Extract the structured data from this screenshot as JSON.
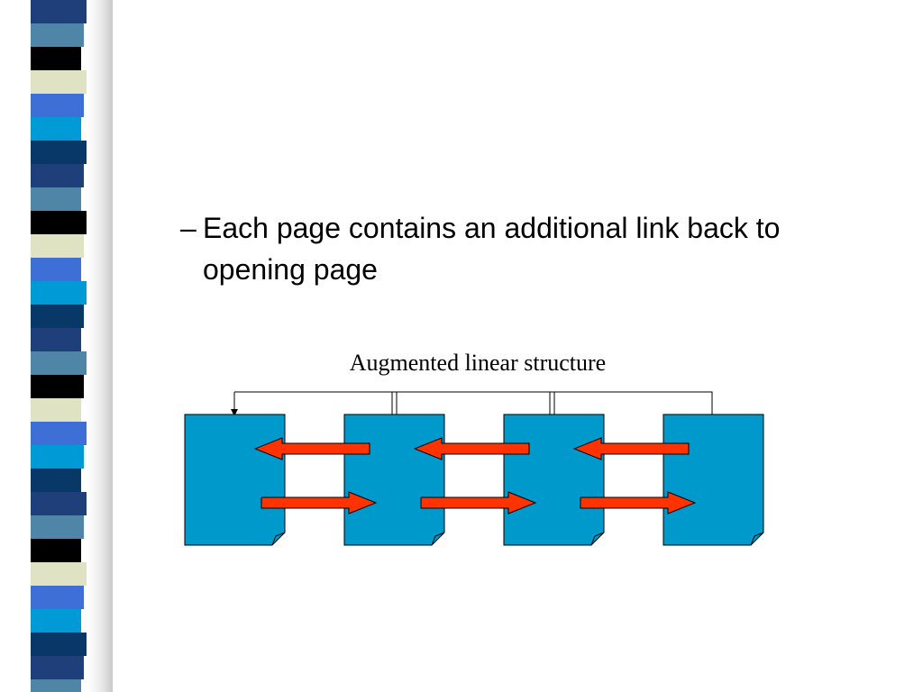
{
  "slide": {
    "bullet_dash": "–",
    "bullet_text": "Each page contains an additional link back to opening page"
  },
  "diagram": {
    "title": "Augmented linear structure",
    "page_count": 4,
    "colors": {
      "page_fill": "#0099cc",
      "arrow_fill": "#ff3300",
      "outline": "#000000"
    }
  },
  "theme": {
    "stripe_colors": [
      "#1f3f7a",
      "#4f86a8",
      "#000000",
      "#dfe3c3",
      "#3e6fd6",
      "#009bd6",
      "#083868"
    ]
  }
}
